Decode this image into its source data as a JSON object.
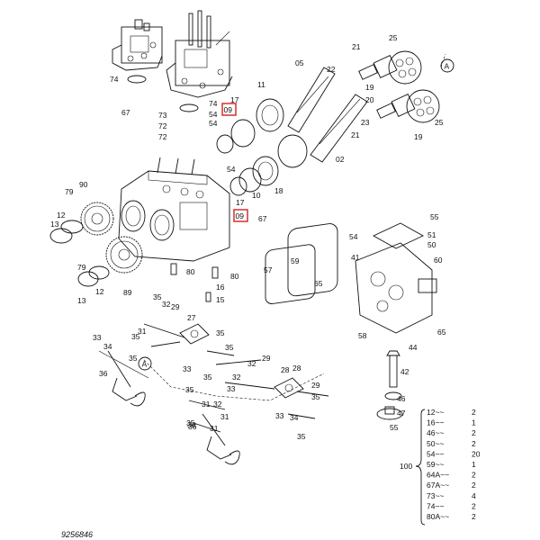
{
  "document_number": "9256846",
  "highlighted_callouts": [
    "09",
    "09"
  ],
  "reference_marker": "A",
  "callouts": [
    "74",
    "74",
    "73",
    "54",
    "72",
    "54",
    "72",
    "67",
    "79",
    "90",
    "12",
    "13",
    "79",
    "89",
    "13",
    "12",
    "80",
    "80",
    "16",
    "15",
    "17",
    "11",
    "05",
    "22",
    "21",
    "25",
    "19",
    "20",
    "23",
    "21",
    "25",
    "19",
    "02",
    "54",
    "17",
    "10",
    "18",
    "67",
    "55",
    "51",
    "50",
    "54",
    "41",
    "60",
    "59",
    "57",
    "65",
    "58",
    "65",
    "44",
    "42",
    "46",
    "47",
    "55",
    "35",
    "32",
    "29",
    "27",
    "31",
    "35",
    "35",
    "33",
    "34",
    "36",
    "28",
    "32",
    "35",
    "33",
    "31",
    "36",
    "35",
    "29",
    "35",
    "33",
    "32",
    "35",
    "34",
    "35",
    "31",
    "29",
    "33",
    "35",
    "35",
    "32",
    "31",
    "36",
    "28"
  ],
  "quantity_table": [
    {
      "part": "12",
      "qty": "2"
    },
    {
      "part": "16",
      "qty": "1"
    },
    {
      "part": "46",
      "qty": "2"
    },
    {
      "part": "50",
      "qty": "2"
    },
    {
      "part": "54",
      "qty": "20"
    },
    {
      "part": "59",
      "qty": "1"
    },
    {
      "part": "64A",
      "qty": "2"
    },
    {
      "part": "67A",
      "qty": "2"
    },
    {
      "part": "73",
      "qty": "4"
    },
    {
      "part": "74",
      "qty": "2"
    },
    {
      "part": "80A",
      "qty": "2"
    }
  ],
  "quantity_group_label": "100"
}
